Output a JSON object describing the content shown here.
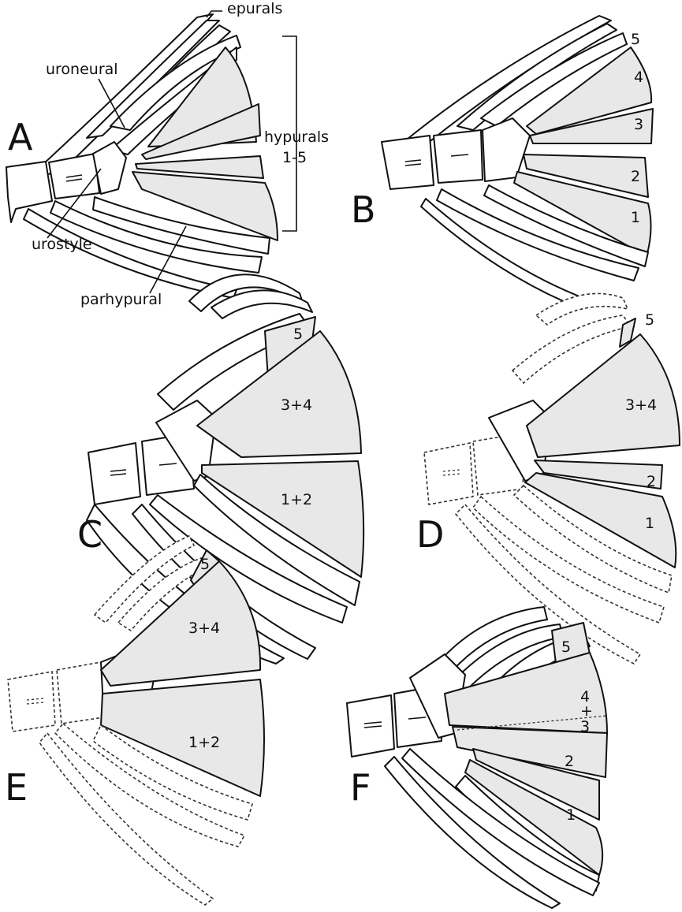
{
  "panels": {
    "a": "A",
    "b": "B",
    "c": "C",
    "d": "D",
    "e": "E",
    "f": "F"
  },
  "labels_a": {
    "epurals": "epurals",
    "uroneural": "uroneural",
    "hypurals": "hypurals",
    "hypurals_range": "1-5",
    "urostyle": "urostyle",
    "parhypural": "parhypural"
  },
  "numbers_b": {
    "h1": "1",
    "h2": "2",
    "h3": "3",
    "h4": "4",
    "h5": "5"
  },
  "numbers_c": {
    "h5": "5",
    "h34": "3+4",
    "h12": "1+2"
  },
  "numbers_d": {
    "h5": "5",
    "h34": "3+4",
    "h2": "2",
    "h1": "1"
  },
  "numbers_e": {
    "h5": "5",
    "h34": "3+4",
    "h12": "1+2"
  },
  "numbers_f": {
    "h5": "5",
    "h4": "4",
    "plus": "+",
    "h3": "3",
    "h2": "2",
    "h1": "1"
  },
  "colors": {
    "hypural_fill": "#e8e8e8",
    "outline": "#111111"
  }
}
